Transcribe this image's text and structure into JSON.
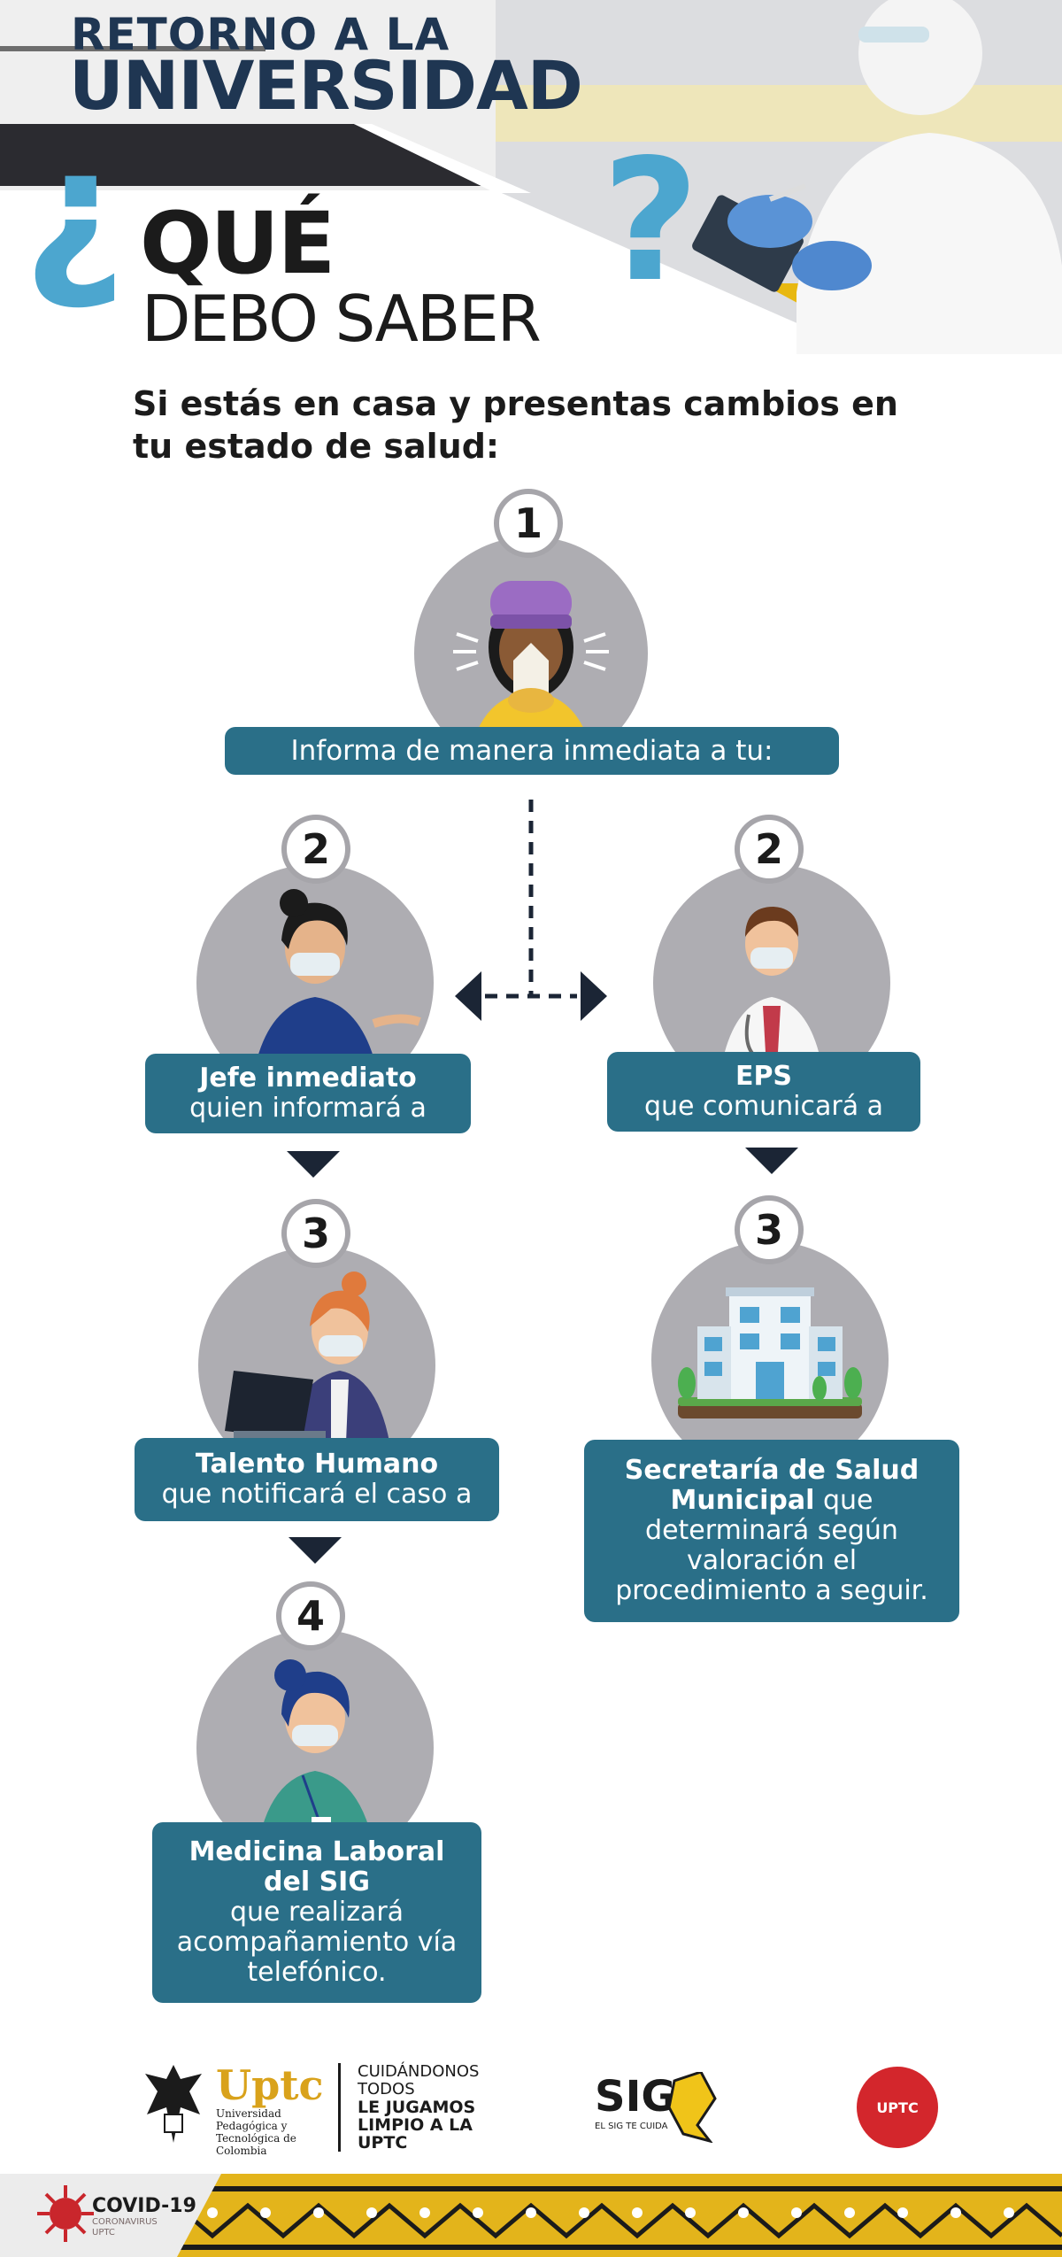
{
  "header": {
    "line1": "RETORNO A LA",
    "line2": "UNIVERSIDAD",
    "q_open": "¿",
    "que": "QUÉ",
    "debo": "DEBO SABER",
    "q_close": "?"
  },
  "subtitle": "Si estás en casa y presentas cambios en tu estado de salud:",
  "step1": {
    "num": "1",
    "text": "Informa de manera inmediata a tu:"
  },
  "left": {
    "s2": {
      "num": "2",
      "bold": "Jefe inmediato",
      "rest": "quien informará a"
    },
    "s3": {
      "num": "3",
      "bold": "Talento Humano",
      "rest": "que notificará el caso a"
    },
    "s4": {
      "num": "4",
      "bold1": "Medicina Laboral",
      "bold2": "del SIG",
      "rest1": "que realizará",
      "rest2": "acompañamiento vía",
      "rest3": "telefónico."
    }
  },
  "right": {
    "s2": {
      "num": "2",
      "bold": "EPS",
      "rest": "que comunicará a"
    },
    "s3": {
      "num": "3",
      "bold1": "Secretaría de Salud",
      "bold2": "Municipal",
      "rest0": " que",
      "rest1": "determinará según",
      "rest2": "valoración el",
      "rest3": "procedimiento a seguir."
    }
  },
  "footer": {
    "uptc_logo": "Uptc",
    "uptc_sub1": "Universidad Pedagógica y",
    "uptc_sub2": "Tecnológica de Colombia",
    "slogan1": "CUIDÁNDONOS",
    "slogan2": "TODOS",
    "slogan3": "LE JUGAMOS",
    "slogan4": "LIMPIO A LA",
    "slogan5": "UPTC",
    "sig": "SIG",
    "sig_sub": "EL SIG TE CUIDA",
    "uptc_badge": "UPTC",
    "covid_title": "COVID-19",
    "covid_sub1": "CORONAVIRUS",
    "covid_sub2": "UPTC"
  },
  "colors": {
    "teal": "#2a6f88",
    "blue_accent": "#4ca6cf",
    "navy": "#1f3652",
    "gold": "#e3b41b",
    "gray_circle": "#aeadb2"
  }
}
